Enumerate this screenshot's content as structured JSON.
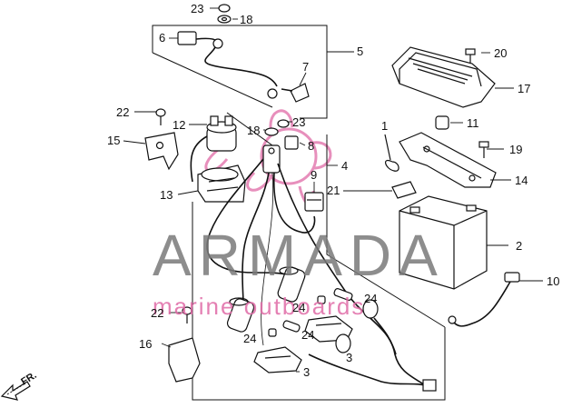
{
  "callouts": [
    {
      "key": "c23a",
      "text": "23"
    },
    {
      "key": "c18a",
      "text": "18"
    },
    {
      "key": "c6",
      "text": "6"
    },
    {
      "key": "c5",
      "text": "5"
    },
    {
      "key": "c7",
      "text": "7"
    },
    {
      "key": "c20",
      "text": "20"
    },
    {
      "key": "c17",
      "text": "17"
    },
    {
      "key": "c22a",
      "text": "22"
    },
    {
      "key": "c12",
      "text": "12"
    },
    {
      "key": "c18b",
      "text": "18"
    },
    {
      "key": "c23b",
      "text": "23"
    },
    {
      "key": "c1",
      "text": "1"
    },
    {
      "key": "c11",
      "text": "11"
    },
    {
      "key": "c15",
      "text": "15"
    },
    {
      "key": "c8",
      "text": "8"
    },
    {
      "key": "c19",
      "text": "19"
    },
    {
      "key": "c4",
      "text": "4"
    },
    {
      "key": "c14",
      "text": "14"
    },
    {
      "key": "c9",
      "text": "9"
    },
    {
      "key": "c21",
      "text": "21"
    },
    {
      "key": "c13",
      "text": "13"
    },
    {
      "key": "c2",
      "text": "2"
    },
    {
      "key": "c10",
      "text": "10"
    },
    {
      "key": "c24a",
      "text": "24"
    },
    {
      "key": "c24b",
      "text": "24"
    },
    {
      "key": "c22b",
      "text": "22"
    },
    {
      "key": "c24c",
      "text": "24"
    },
    {
      "key": "c24d",
      "text": "24"
    },
    {
      "key": "c3a",
      "text": "3"
    },
    {
      "key": "c16",
      "text": "16"
    },
    {
      "key": "c3b",
      "text": "3"
    }
  ],
  "direction_label": "FR.",
  "watermark": {
    "title": "ARMADA",
    "subtitle": "marine outboards",
    "accent_color": "#e06aa6",
    "text_color": "#7a7a7a"
  }
}
